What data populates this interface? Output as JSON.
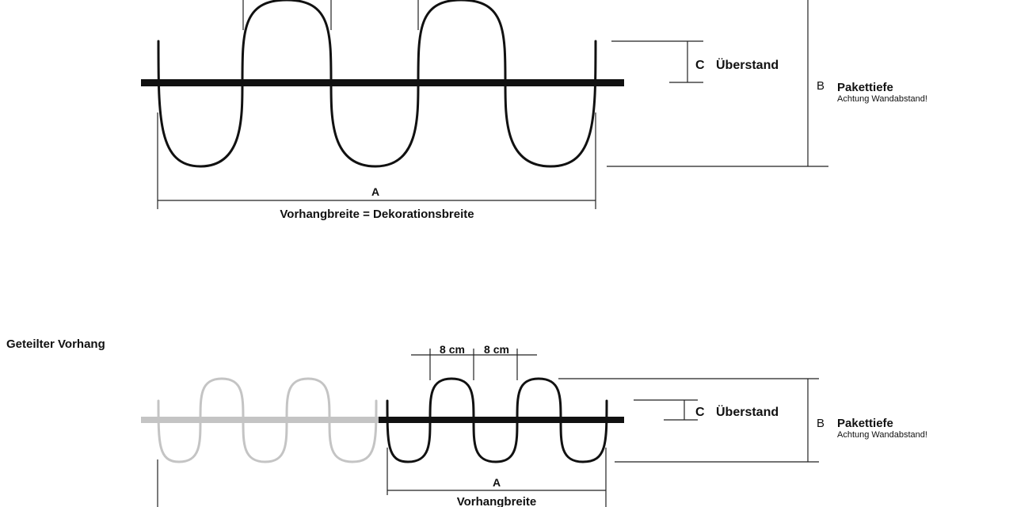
{
  "top_diagram": {
    "label_c": "C",
    "label_overhang": "Überstand",
    "label_b": "B",
    "label_package_depth": "Pakettiefe",
    "label_wall_note": "Achtung Wandabstand!",
    "label_a": "A",
    "label_width": "Vorhangbreite = Dekorationsbreite"
  },
  "bottom_diagram": {
    "section_title": "Geteilter Vorhang",
    "spacing_1": "8 cm",
    "spacing_2": "8 cm",
    "label_c": "C",
    "label_overhang": "Überstand",
    "label_b": "B",
    "label_package_depth": "Pakettiefe",
    "label_wall_note": "Achtung Wandabstand!",
    "label_a": "A",
    "label_width": "Vorhangbreite"
  },
  "colors": {
    "rail_active": "#111111",
    "rail_inactive": "#c4c4c4",
    "curtain_active": "#111111",
    "curtain_inactive": "#c4c4c4"
  }
}
